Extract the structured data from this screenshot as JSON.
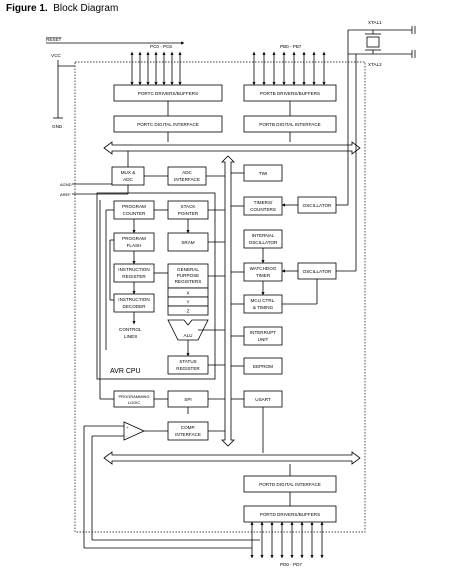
{
  "figure": {
    "number": "Figure 1.",
    "title": "Block Diagram"
  },
  "pins": {
    "reset": "RESET",
    "vcc": "VCC",
    "gnd": "GND",
    "agnd": "AGND",
    "aref": "AREF",
    "xtal1": "XTAL1",
    "xtal2": "XTAL2",
    "portc_pins": "PC0 - PC6",
    "portb_pins": "PB0 - PB7",
    "portd_pins": "PD0 - PD7"
  },
  "blocks": {
    "portc_drivers": "PORTC DRIVERS/BUFFERS",
    "portc_digital": "PORTC DIGITAL INTERFACE",
    "portb_drivers": "PORTB DRIVERS/BUFFERS",
    "portb_digital": "PORTB DIGITAL INTERFACE",
    "mux_adc_1": "MUX &",
    "mux_adc_2": "ADC",
    "adc_interface_1": "ADC",
    "adc_interface_2": "INTERFACE",
    "twi": "TWI",
    "program_counter_1": "PROGRAM",
    "program_counter_2": "COUNTER",
    "stack_pointer_1": "STACK",
    "stack_pointer_2": "POINTER",
    "timers_1": "TIMERS/",
    "timers_2": "COUNTERS",
    "oscillator_1": "OSCILLATOR",
    "program_flash_1": "PROGRAM",
    "program_flash_2": "FLASH",
    "sram": "SRAM",
    "internal_osc_1": "INTERNAL",
    "internal_osc_2": "OSCILLATOR",
    "instr_register_1": "INSTRUCTION",
    "instr_register_2": "REGISTER",
    "gpr_1": "GENERAL",
    "gpr_2": "PURPOSE",
    "gpr_3": "REGISTERS",
    "reg_x": "X",
    "reg_y": "Y",
    "reg_z": "Z",
    "watchdog_1": "WATCHDOG",
    "watchdog_2": "TIMER",
    "oscillator_2": "OSCILLATOR",
    "instr_decoder_1": "INSTRUCTION",
    "instr_decoder_2": "DECODER",
    "mcu_ctrl_1": "MCU CTRL.",
    "mcu_ctrl_2": "& TIMING",
    "control_lines_1": "CONTROL",
    "control_lines_2": "LINES",
    "alu": "ALU",
    "interrupt_1": "INTERRUPT",
    "interrupt_2": "UNIT",
    "avr_cpu": "AVR CPU",
    "status_register_1": "STATUS",
    "status_register_2": "REGISTER",
    "eeprom": "EEPROM",
    "programming_logic_1": "PROGRAMMING",
    "programming_logic_2": "LOGIC",
    "spi": "SPI",
    "usart": "USART",
    "comp_interface_1": "COMP.",
    "comp_interface_2": "INTERFACE",
    "portd_digital": "PORTD DIGITAL INTERFACE",
    "portd_drivers": "PORTD DRIVERS/BUFFERS"
  }
}
